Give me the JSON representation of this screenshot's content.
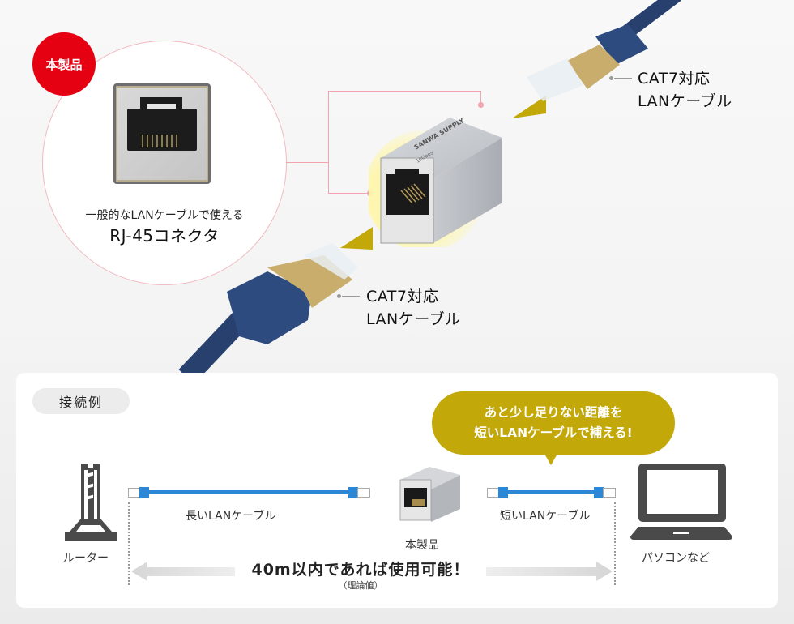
{
  "product_feature": {
    "badge": "本製品",
    "caption_small": "一般的なLANケーブルで使える",
    "caption_large": "RJ-45コネクタ"
  },
  "cables": {
    "top_right": {
      "line1": "CAT7対応",
      "line2": "LANケーブル"
    },
    "bottom_left": {
      "line1": "CAT7対応",
      "line2": "LANケーブル"
    }
  },
  "coupler_markings": {
    "brand": "SANWA SUPPLY",
    "spec": "10Gbps"
  },
  "connection_example": {
    "tag": "接続例",
    "bubble_line1": "あと少し足りない距離を",
    "bubble_line2": "短いLANケーブルで補える!",
    "router_label": "ルーター",
    "long_cable_label": "長いLANケーブル",
    "product_label": "本製品",
    "short_cable_label": "短いLANケーブル",
    "pc_label": "パソコンなど",
    "distance_main": "40m以内であれば使用可能！",
    "distance_sub": "（理論値）"
  },
  "colors": {
    "badge_red": "#e50012",
    "accent_gold": "#c3a80a",
    "cable_blue": "#2a88d6",
    "connector_pink": "#f3a3ad",
    "cable_navy": "#27406e",
    "icon_gray": "#4a4a4a"
  }
}
